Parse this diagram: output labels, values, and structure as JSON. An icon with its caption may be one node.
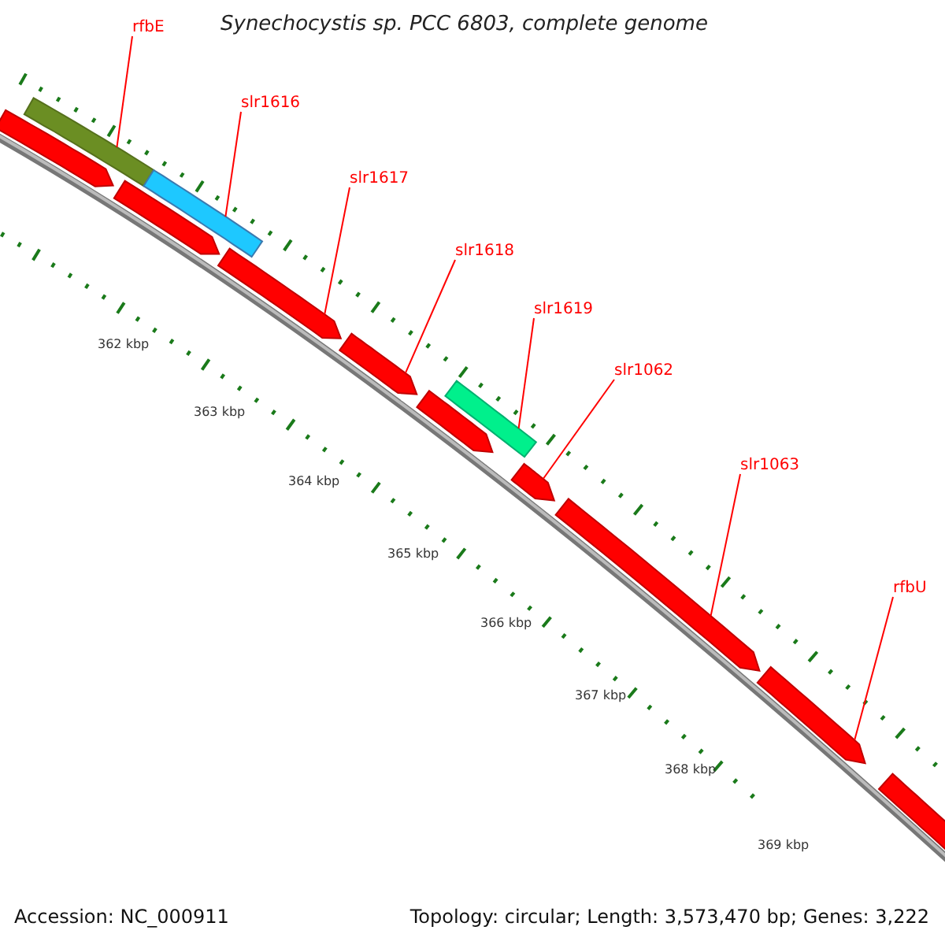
{
  "diagram": {
    "title": "Synechocystis sp. PCC 6803, complete genome",
    "nodes": [
      {
        "text": [
          "rfbE"
        ]
      },
      {
        "text": [
          "slr1616"
        ]
      },
      {
        "text": [
          "slr1617"
        ]
      },
      {
        "text": [
          "slr1618"
        ]
      },
      {
        "text": [
          "slr1619"
        ]
      },
      {
        "text": [
          "slr1062"
        ]
      },
      {
        "text": [
          "slr1063"
        ]
      },
      {
        "text": [
          "rfbU"
        ]
      },
      {
        "text": [],
        "shape": "bar"
      },
      {
        "text": [],
        "shape": "bar"
      },
      {
        "text": [],
        "shape": "bar"
      },
      {
        "text": [],
        "shape": "bar"
      },
      {
        "text": [],
        "shape": "bar"
      },
      {
        "text": [],
        "shape": "bar"
      },
      {
        "text": [],
        "shape": "bar"
      },
      {
        "text": [],
        "shape": "bar"
      },
      {
        "text": [],
        "shape": "bar"
      },
      {
        "text": [],
        "shape": "bar"
      },
      {
        "text": [],
        "shape": "bar"
      },
      {
        "text": [],
        "shape": "bar"
      }
    ],
    "edges": [
      {
        "from": 0,
        "to": 9,
        "arrow": "none"
      },
      {
        "from": 1,
        "to": 11,
        "arrow": "none"
      },
      {
        "from": 2,
        "to": 12,
        "arrow": "none"
      },
      {
        "from": 3,
        "to": 13,
        "arrow": "none"
      },
      {
        "from": 4,
        "to": 15,
        "arrow": "none"
      },
      {
        "from": 5,
        "to": 16,
        "arrow": "none"
      },
      {
        "from": 6,
        "to": 17,
        "arrow": "none"
      },
      {
        "from": 7,
        "to": 18,
        "arrow": "none"
      }
    ],
    "labels": [
      "362 kbp",
      "363 kbp",
      "364 kbp",
      "365 kbp",
      "366 kbp",
      "367 kbp",
      "368 kbp",
      "369 kbp",
      "Accession: NC_000911",
      "Topology: circular; Length: 3,573,470 bp; Genes: 3,222"
    ]
  }
}
